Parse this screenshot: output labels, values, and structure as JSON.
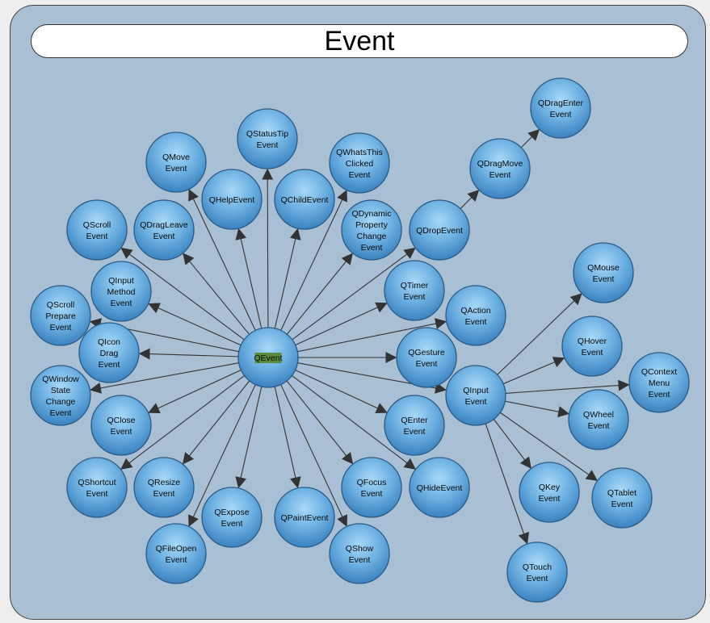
{
  "title": "Event",
  "colors": {
    "background": "#a9bfd3",
    "node_fill_light": "#9fd0f2",
    "node_fill_dark": "#3f88c5",
    "root_highlight": "#5a8a3c"
  },
  "nodes": [
    {
      "id": "qevent",
      "label": [
        "QEvent"
      ],
      "root": true
    },
    {
      "id": "qmove",
      "label": [
        "QMove",
        "Event"
      ]
    },
    {
      "id": "qstatustip",
      "label": [
        "QStatusTip",
        "Event"
      ]
    },
    {
      "id": "qwhatsthis",
      "label": [
        "QWhatsThis",
        "Clicked",
        "Event"
      ]
    },
    {
      "id": "qhelpevent",
      "label": [
        "QHelpEvent"
      ]
    },
    {
      "id": "qchildevent",
      "label": [
        "QChildEvent"
      ]
    },
    {
      "id": "qdragenter",
      "label": [
        "QDragEnter",
        "Event"
      ]
    },
    {
      "id": "qdragmove",
      "label": [
        "QDragMove",
        "Event"
      ]
    },
    {
      "id": "qscroll",
      "label": [
        "QScroll",
        "Event"
      ]
    },
    {
      "id": "qdragleave",
      "label": [
        "QDragLeave",
        "Event"
      ]
    },
    {
      "id": "qdynamic",
      "label": [
        "QDynamic",
        "Property",
        "Change",
        "Event"
      ]
    },
    {
      "id": "qdropevent",
      "label": [
        "QDropEvent"
      ]
    },
    {
      "id": "qinputmethod",
      "label": [
        "QInput",
        "Method",
        "Event"
      ]
    },
    {
      "id": "qtimer",
      "label": [
        "QTimer",
        "Event"
      ]
    },
    {
      "id": "qaction",
      "label": [
        "QAction",
        "Event"
      ]
    },
    {
      "id": "qmouse",
      "label": [
        "QMouse",
        "Event"
      ]
    },
    {
      "id": "qscrollprepare",
      "label": [
        "QScroll",
        "Prepare",
        "Event"
      ]
    },
    {
      "id": "qicondrag",
      "label": [
        "QIcon",
        "Drag",
        "Event"
      ]
    },
    {
      "id": "qgesture",
      "label": [
        "QGesture",
        "Event"
      ]
    },
    {
      "id": "qhover",
      "label": [
        "QHover",
        "Event"
      ]
    },
    {
      "id": "qwindowstate",
      "label": [
        "QWindow",
        "State",
        "Change",
        "Event"
      ]
    },
    {
      "id": "qinput",
      "label": [
        "QInput",
        "Event"
      ]
    },
    {
      "id": "qcontextmenu",
      "label": [
        "QContext",
        "Menu",
        "Event"
      ]
    },
    {
      "id": "qclose",
      "label": [
        "QClose",
        "Event"
      ]
    },
    {
      "id": "qenter",
      "label": [
        "QEnter",
        "Event"
      ]
    },
    {
      "id": "qwheel",
      "label": [
        "QWheel",
        "Event"
      ]
    },
    {
      "id": "qshortcut",
      "label": [
        "QShortcut",
        "Event"
      ]
    },
    {
      "id": "qresize",
      "label": [
        "QResize",
        "Event"
      ]
    },
    {
      "id": "qfocus",
      "label": [
        "QFocus",
        "Event"
      ]
    },
    {
      "id": "qhideevent",
      "label": [
        "QHideEvent"
      ]
    },
    {
      "id": "qkey",
      "label": [
        "QKey",
        "Event"
      ]
    },
    {
      "id": "qtablet",
      "label": [
        "QTablet",
        "Event"
      ]
    },
    {
      "id": "qexpose",
      "label": [
        "QExpose",
        "Event"
      ]
    },
    {
      "id": "qpaintevent",
      "label": [
        "QPaintEvent"
      ]
    },
    {
      "id": "qfileopen",
      "label": [
        "QFileOpen",
        "Event"
      ]
    },
    {
      "id": "qshow",
      "label": [
        "QShow",
        "Event"
      ]
    },
    {
      "id": "qtouch",
      "label": [
        "QTouch",
        "Event"
      ]
    }
  ],
  "edges": [
    [
      "qevent",
      "qmove"
    ],
    [
      "qevent",
      "qstatustip"
    ],
    [
      "qevent",
      "qwhatsthis"
    ],
    [
      "qevent",
      "qhelpevent"
    ],
    [
      "qevent",
      "qchildevent"
    ],
    [
      "qevent",
      "qscroll"
    ],
    [
      "qevent",
      "qdragleave"
    ],
    [
      "qevent",
      "qdynamic"
    ],
    [
      "qevent",
      "qdropevent"
    ],
    [
      "qevent",
      "qinputmethod"
    ],
    [
      "qevent",
      "qtimer"
    ],
    [
      "qevent",
      "qaction"
    ],
    [
      "qevent",
      "qscrollprepare"
    ],
    [
      "qevent",
      "qicondrag"
    ],
    [
      "qevent",
      "qgesture"
    ],
    [
      "qevent",
      "qwindowstate"
    ],
    [
      "qevent",
      "qinput"
    ],
    [
      "qevent",
      "qclose"
    ],
    [
      "qevent",
      "qenter"
    ],
    [
      "qevent",
      "qshortcut"
    ],
    [
      "qevent",
      "qresize"
    ],
    [
      "qevent",
      "qfocus"
    ],
    [
      "qevent",
      "qhideevent"
    ],
    [
      "qevent",
      "qexpose"
    ],
    [
      "qevent",
      "qpaintevent"
    ],
    [
      "qevent",
      "qfileopen"
    ],
    [
      "qevent",
      "qshow"
    ],
    [
      "qdropevent",
      "qdragmove"
    ],
    [
      "qdragmove",
      "qdragenter"
    ],
    [
      "qinput",
      "qmouse"
    ],
    [
      "qinput",
      "qhover"
    ],
    [
      "qinput",
      "qcontextmenu"
    ],
    [
      "qinput",
      "qwheel"
    ],
    [
      "qinput",
      "qkey"
    ],
    [
      "qinput",
      "qtablet"
    ],
    [
      "qinput",
      "qtouch"
    ]
  ]
}
